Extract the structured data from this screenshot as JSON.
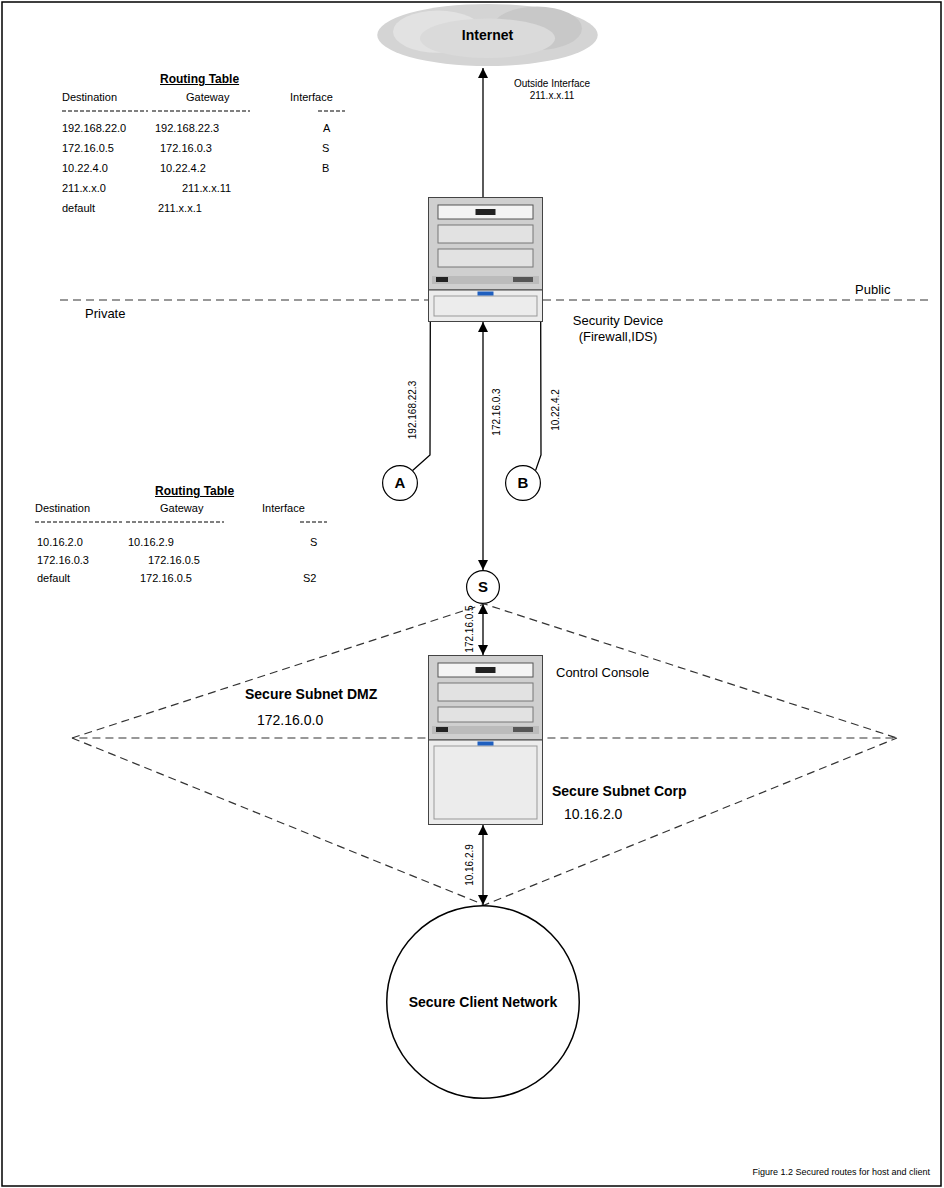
{
  "diagram": {
    "caption": "Figure 1.2 Secured routes for host and client",
    "nodes": [
      {
        "text": [
          "Internet"
        ]
      },
      {
        "text": [
          "Security Device (Firewall,IDS)"
        ]
      },
      {
        "text": [
          "A"
        ]
      },
      {
        "text": [
          "B"
        ]
      },
      {
        "text": [
          "S"
        ]
      },
      {
        "text": [
          "Secure Subnet DMZ",
          "172.16.0.0"
        ]
      },
      {
        "text": [
          "Control Console"
        ]
      },
      {
        "text": [
          "Secure Subnet Corp",
          "10.16.2.0"
        ]
      },
      {
        "text": [
          "Secure Client Network"
        ]
      }
    ],
    "edges": [
      {
        "from": 1,
        "to": 0,
        "arrow": "to",
        "label": "Outside Interface 211.x.x.11"
      },
      {
        "from": 1,
        "to": 2,
        "arrow": "none",
        "label": "192.168.22.3"
      },
      {
        "from": 1,
        "to": 4,
        "arrow": "both",
        "label": "172.16.0.3"
      },
      {
        "from": 1,
        "to": 3,
        "arrow": "none",
        "label": "10.22.4.2"
      },
      {
        "from": 4,
        "to": 6,
        "arrow": "both",
        "label": "172.16.0.5"
      },
      {
        "from": 6,
        "to": 8,
        "arrow": "both",
        "label": "10.16.2.9"
      }
    ],
    "labels": [
      "Routing Table",
      "Destination",
      "Gateway",
      "Interface",
      "192.168.22.0",
      "192.168.22.3",
      "A",
      "172.16.0.5",
      "172.16.0.3",
      "S",
      "10.22.4.0",
      "10.22.4.2",
      "B",
      "211.x.x.0",
      "211.x.x.11",
      "default",
      "211.x.x.1",
      "Public",
      "Private",
      "Routing Table",
      "Destination",
      "Gateway",
      "Interface",
      "10.16.2.0",
      "10.16.2.9",
      "S",
      "172.16.0.3",
      "172.16.0.5",
      "default",
      "172.16.0.5",
      "S2"
    ]
  }
}
